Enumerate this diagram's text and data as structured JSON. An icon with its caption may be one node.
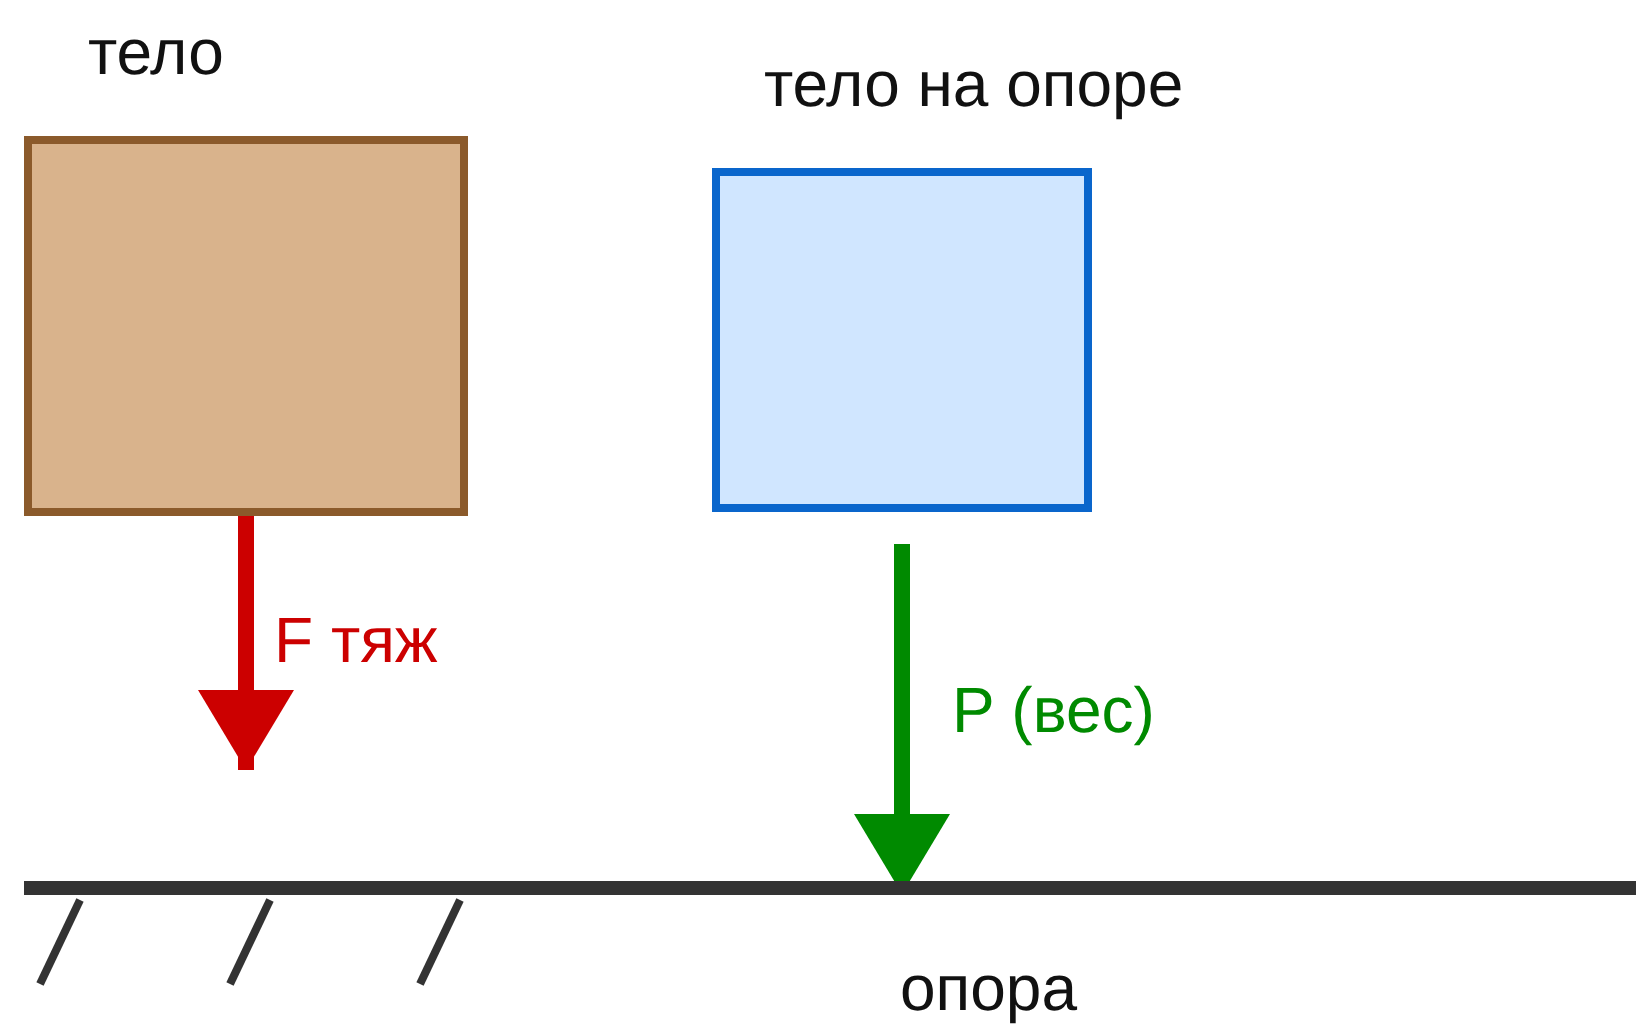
{
  "diagram": {
    "nodes": [
      {
        "text": [
          "тело"
        ]
      },
      {
        "text": [
          "тело на опоре"
        ]
      },
      {
        "text": [
          "опора"
        ]
      }
    ],
    "labels": [
      "F тяж",
      "P (вес)"
    ]
  }
}
